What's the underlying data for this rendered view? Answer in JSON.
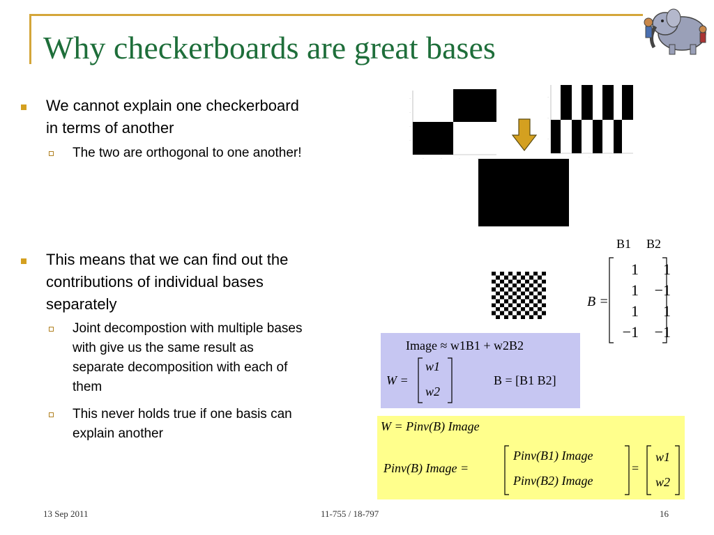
{
  "slide": {
    "title": "Why checkerboards are great bases",
    "bullets": [
      {
        "text_line1": "We cannot explain one checkerboard",
        "text_line2": "in terms of another",
        "sub": [
          {
            "text": "The two are orthogonal to one another!"
          }
        ]
      },
      {
        "text_line1": "This means that we can find out the",
        "text_line2": "contributions of individual bases",
        "text_line3": "separately",
        "sub": [
          {
            "line1": "Joint decompostion with multiple bases",
            "line2": "with give us the same result as",
            "line3": "separate decomposition with each of",
            "line4": "them"
          },
          {
            "line1": "This never holds true if one basis can",
            "line2": "explain another"
          }
        ]
      }
    ]
  },
  "matrix": {
    "col_labels": [
      "B1",
      "B2"
    ],
    "lhs": "B =",
    "rows": [
      [
        "1",
        "1"
      ],
      [
        "1",
        "−1"
      ],
      [
        "1",
        "1"
      ],
      [
        "−1",
        "−1"
      ]
    ]
  },
  "equations": {
    "blue": {
      "line1": "Image ≈ w1B1 + w2B2",
      "w_vector": [
        "w1",
        "w2"
      ],
      "b_def": "B = [B1 B2]"
    },
    "yellow": {
      "line1": "W = Pinv(B) Image",
      "line2_lhs": "Pinv(B) Image =",
      "line2_rows": [
        "Pinv(B1) Image",
        "Pinv(B2) Image"
      ],
      "line2_result": [
        "w1",
        "w2"
      ]
    }
  },
  "footer": {
    "date": "13 Sep 2011",
    "course": "11-755 / 18-797",
    "page": "16"
  },
  "colors": {
    "title": "#1e6e3a",
    "frame": "#d4a63a",
    "bullet": "#d4a020",
    "blue_box": "#c6c6f2",
    "yellow_box": "#ffff8c",
    "arrow": "#d4a020"
  },
  "icons": {
    "logo": "elephant-logo-icon",
    "arrow": "down-arrow-icon"
  }
}
